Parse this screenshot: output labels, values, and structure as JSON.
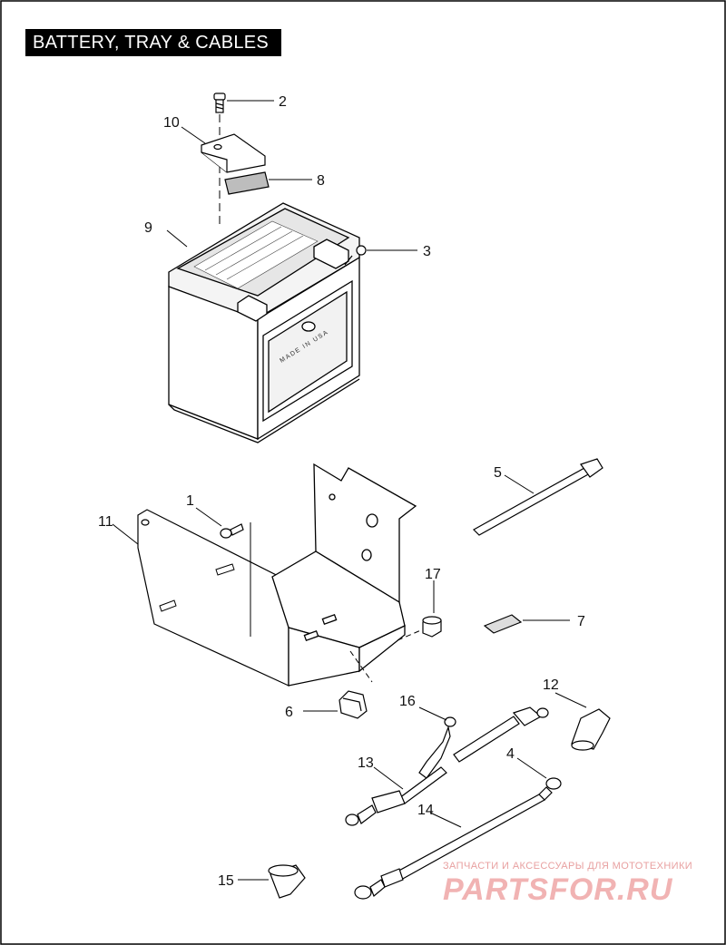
{
  "title": "BATTERY, TRAY & CABLES",
  "battery_emboss": "MADE IN USA",
  "callouts": [
    "1",
    "2",
    "3",
    "4",
    "5",
    "6",
    "7",
    "8",
    "9",
    "10",
    "11",
    "12",
    "13",
    "14",
    "15",
    "16",
    "17"
  ],
  "watermark": {
    "tagline": "ЗАПЧАСТИ И АКСЕССУАРЫ ДЛЯ МОТОТЕХНИКИ",
    "brand": "PARTSFOR.RU",
    "brand_color": "#f1b3b3"
  }
}
